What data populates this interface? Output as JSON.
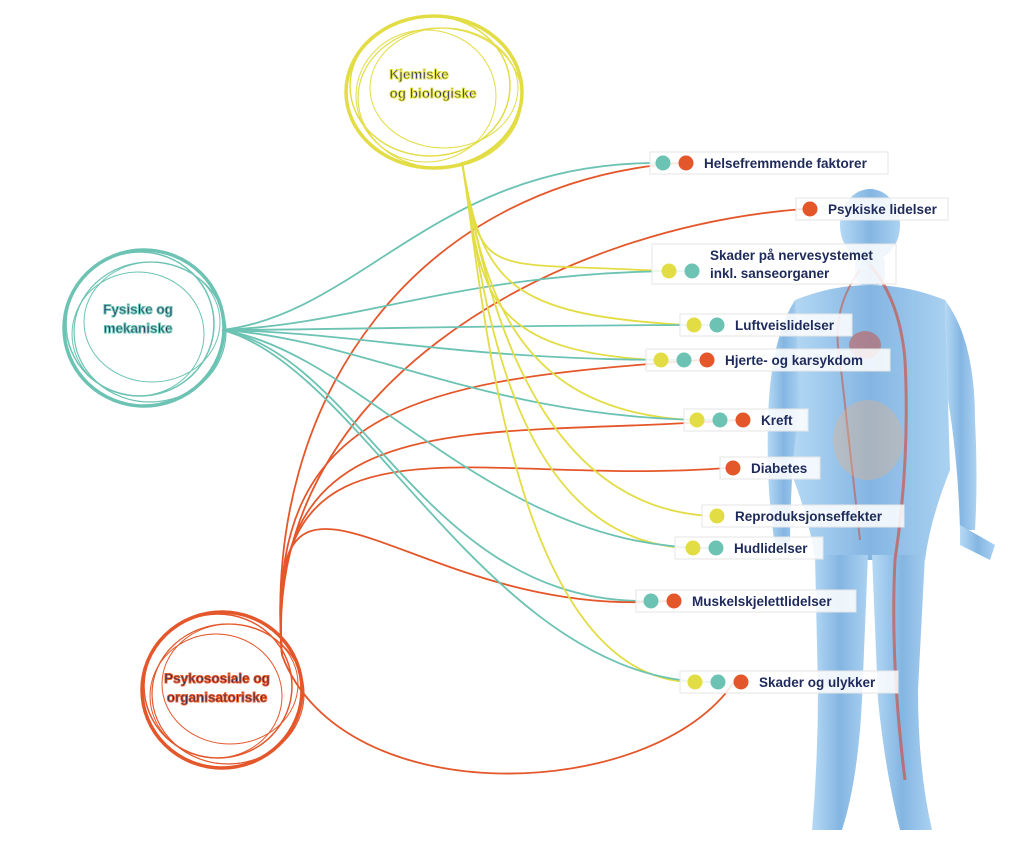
{
  "colors": {
    "chemical": "#e3dd45",
    "physical": "#6cc3b3",
    "psychosocial": "#e4572b",
    "text": "#1e2a5a",
    "body": "#7fb6e6"
  },
  "factors": {
    "chemical": {
      "line1": "Kjemiske",
      "line2": "og biologiske"
    },
    "physical": {
      "line1": "Fysiske og",
      "line2": "mekaniske"
    },
    "psychosocial": {
      "line1": "Psykososiale og",
      "line2": "organisatoriske"
    }
  },
  "outcomes": [
    {
      "line1": "Helsefremmende faktorer",
      "line2": "",
      "factors": [
        "physical",
        "psychosocial"
      ]
    },
    {
      "line1": "Psykiske lidelser",
      "line2": "",
      "factors": [
        "psychosocial"
      ]
    },
    {
      "line1": "Skader på nervesystemet",
      "line2": "inkl. sanseorganer",
      "factors": [
        "physical",
        "chemical"
      ]
    },
    {
      "line1": "Luftveislidelser",
      "line2": "",
      "factors": [
        "chemical",
        "physical"
      ]
    },
    {
      "line1": "Hjerte- og karsykdom",
      "line2": "",
      "factors": [
        "chemical",
        "physical",
        "psychosocial"
      ]
    },
    {
      "line1": "Kreft",
      "line2": "",
      "factors": [
        "chemical",
        "physical",
        "psychosocial"
      ]
    },
    {
      "line1": "Diabetes",
      "line2": "",
      "factors": [
        "psychosocial"
      ]
    },
    {
      "line1": "Reproduksjonseffekter",
      "line2": "",
      "factors": [
        "chemical"
      ]
    },
    {
      "line1": "Hudlidelser",
      "line2": "",
      "factors": [
        "chemical",
        "physical"
      ]
    },
    {
      "line1": "Muskelskjelettlidelser",
      "line2": "",
      "factors": [
        "physical",
        "psychosocial"
      ]
    },
    {
      "line1": "Skader og ulykker",
      "line2": "",
      "factors": [
        "chemical",
        "physical",
        "psychosocial"
      ]
    }
  ],
  "body_figure": {
    "icon": "human-body-anatomy-icon"
  }
}
